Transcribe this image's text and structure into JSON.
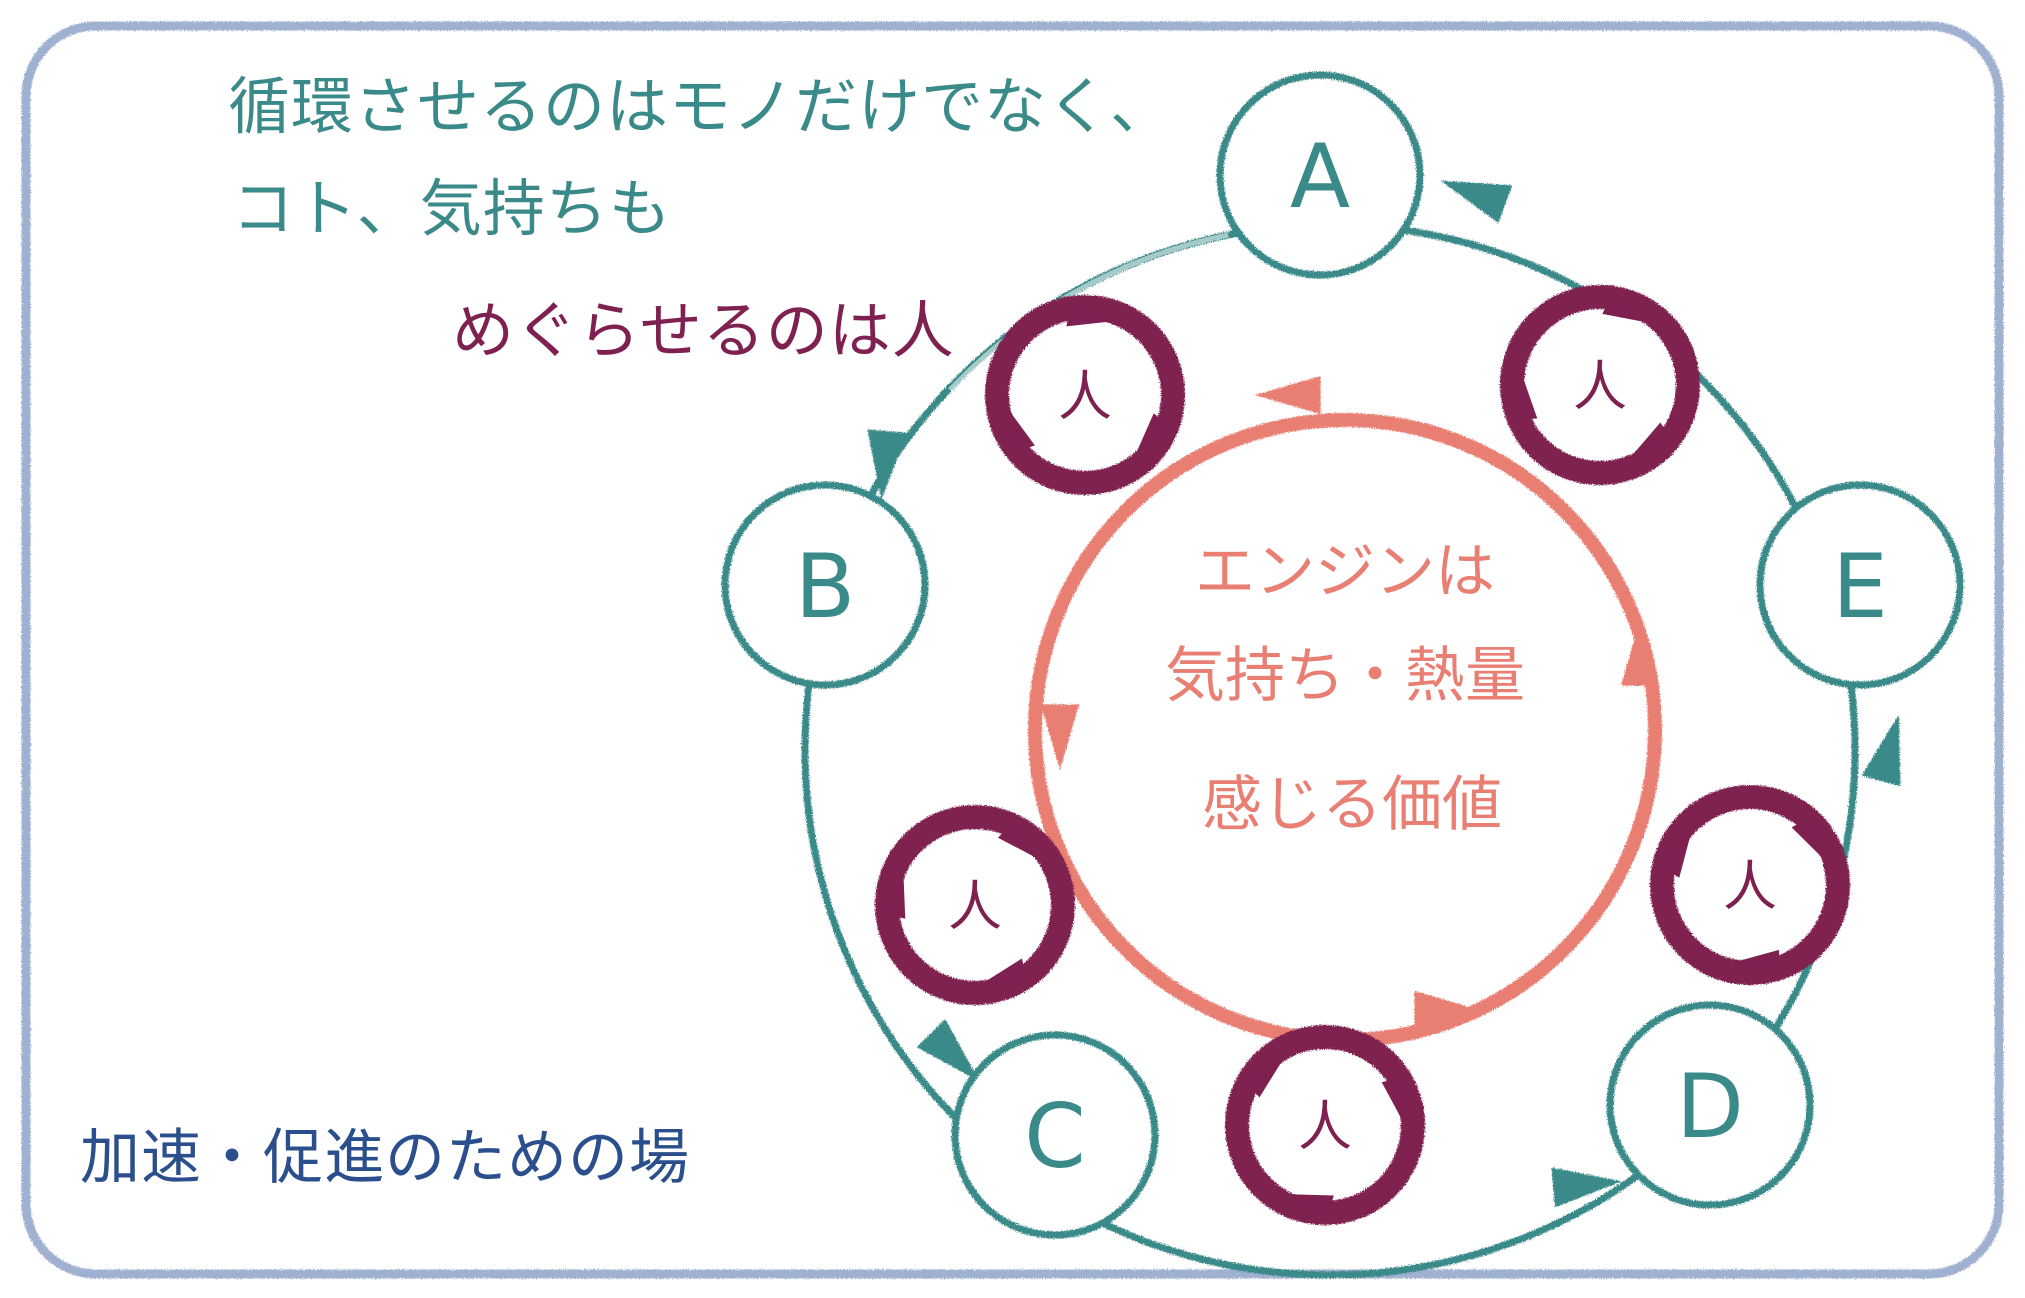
{
  "headline": {
    "line1": "循環させるのはモノだけでなく、",
    "line2": "コト、気持ちも",
    "line3": "めぐらせるのは人"
  },
  "footer": "加速・促進のための場",
  "center": {
    "line1": "エンジンは",
    "line2": "気持ち・熱量",
    "line3": "感じる価値"
  },
  "nodes": [
    "A",
    "B",
    "C",
    "D",
    "E"
  ],
  "person_label": "人",
  "colors": {
    "frame": "#9fb0d0",
    "teal": "#3a8a8a",
    "person": "#7f2150",
    "center": "#e97e72",
    "footer": "#2b4f8c"
  }
}
